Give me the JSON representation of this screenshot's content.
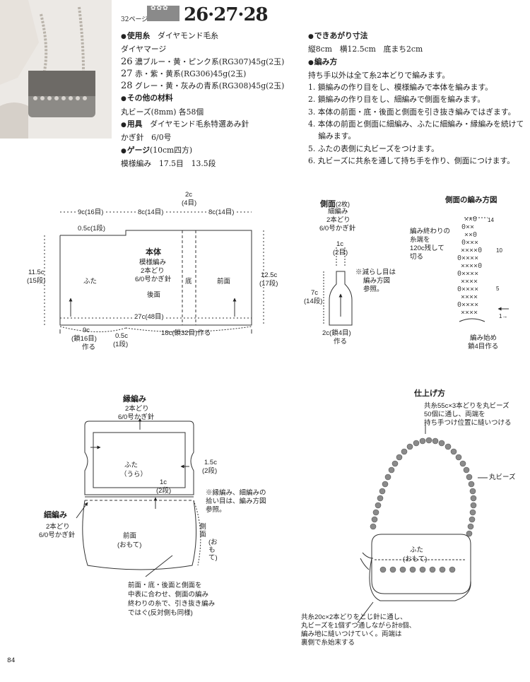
{
  "header": {
    "page_ref": "32ページ",
    "pattern_numbers": "26·27·28",
    "badge_icons": "✿✿✿"
  },
  "materials": {
    "yarn_heading": "使用糸",
    "yarn_brand": "ダイヤモンド毛糸",
    "yarn_name": "ダイヤマージ",
    "yarn_items": [
      {
        "num": "26",
        "text": "濃ブルー・黄・ピンク系(RG307)45g(2玉)"
      },
      {
        "num": "27",
        "text": "赤・紫・黄系(RG306)45g(2玉)"
      },
      {
        "num": "28",
        "text": "グレー・黄・灰みの青系(RG308)45g(2玉)"
      }
    ],
    "other_heading": "その他の材料",
    "other_value": "丸ビーズ(8mm) 各58個",
    "tools_heading": "用具",
    "tools_value": "ダイヤモンド毛糸特選あみ針",
    "hook": "かぎ針　6/0号",
    "gauge_heading": "ゲージ",
    "gauge_sub": "(10cm四方)",
    "gauge_value": "模様編み　17.5目　13.5段"
  },
  "finished": {
    "size_heading": "できあがり寸法",
    "size_value": "縦8cm　横12.5cm　底まち2cm",
    "method_heading": "編み方",
    "intro": "持ち手以外は全て糸2本どりで編みます。",
    "steps": [
      "1. 鎖編みの作り目をし、模様編みで本体を編みます。",
      "2. 鎖編みの作り目をし、細編みで側面を編みます。",
      "3. 本体の前面・底・後面と側面を引き抜き編みではぎます。",
      "4. 本体の前面と側面に細編み、ふたに細編み・縁編みを続けて",
      "　 編みます。",
      "5. ふたの表側に丸ビーズをつけます。",
      "6. 丸ビーズに共糸を通して持ち手を作り、側面につけます。"
    ]
  },
  "body_diagram": {
    "top_dims": [
      "9c(16目)",
      "8c(14目)",
      "8c(14目)"
    ],
    "top_center": "2c",
    "top_center_rows": "(4目)",
    "edge_label": "0.5c(1段)",
    "title": "本体",
    "pattern": "模様編み",
    "strands": "2本どり",
    "hook": "6/0号かぎ針",
    "lid": "ふた",
    "back": "後面",
    "bottom": "底",
    "front": "前面",
    "left_height": "11.5c",
    "left_rows": "(15段)",
    "right_height": "12.5c",
    "right_rows": "(17段)",
    "width_total": "27c(48目)",
    "chain_right": "18c(鎖32目)作る",
    "chain_left_1": "9c",
    "chain_left_2": "(鎖16目)",
    "chain_left_3": "作る",
    "half_1": "0.5c",
    "half_2": "(1段)"
  },
  "side_diagram": {
    "title": "側面",
    "count": "(2枚)",
    "stitch": "細編み",
    "strands": "2本どり",
    "hook": "6/0号かぎ針",
    "top_w": "1c",
    "top_w2": "(2目)",
    "height": "7c",
    "height_rows": "(14段)",
    "bottom_w": "2c(鎖4目)",
    "bottom_make": "作る",
    "note_1": "※減らし目は",
    "note_2": "編み方図",
    "note_3": "参照。"
  },
  "side_chart": {
    "title": "側面の編み方図",
    "note_1": "編み終わりの",
    "note_2": "糸端を",
    "note_3": "120c残して",
    "note_4": "切る",
    "row_14": "14",
    "row_10": "10",
    "row_5": "5",
    "row_1": "1→",
    "start_1": "編み始め",
    "start_2": "鎖4目作る"
  },
  "edge_diagram": {
    "title": "縁編み",
    "strands": "2本どり",
    "hook": "6/0号かぎ針",
    "dim_1": "1.5c",
    "dim_1_rows": "(2段)",
    "lid": "ふた",
    "lid_sub": "（うら）",
    "dim_2": "1c",
    "dim_2_rows": "(2段)",
    "sc_title": "細編み",
    "sc_strands": "2本どり",
    "sc_hook": "6/0号かぎ針",
    "front": "前面",
    "front_sub": "(おもて)",
    "side": "側面",
    "side_sub": "(おもて)",
    "note_1": "※縁編み、細編みの",
    "note_2": "拾い目は、編み方図",
    "note_3": "参照。",
    "join_1": "前面・底・後面と側面を",
    "join_2": "中表に合わせ、側面の編み",
    "join_3": "終わりの糸で、引き抜き編み",
    "join_4": "ではぐ(反対側も同様)"
  },
  "finish_diagram": {
    "title": "仕上げ方",
    "handle_1": "共糸55c×3本どりを丸ビーズ",
    "handle_2": "50個に通し、両端を",
    "handle_3": "持ち手つけ位置に縫いつける",
    "bead_label": "丸ビーズ",
    "lid": "ふた",
    "lid_sub": "(おもて)",
    "note_1": "共糸20c×2本どりをとじ針に通し、",
    "note_2": "丸ビーズを1個ずつ通しながら計8個、",
    "note_3": "編み地に縫いつけていく。両端は",
    "note_4": "裏側で糸始末する"
  },
  "page_number": "84"
}
